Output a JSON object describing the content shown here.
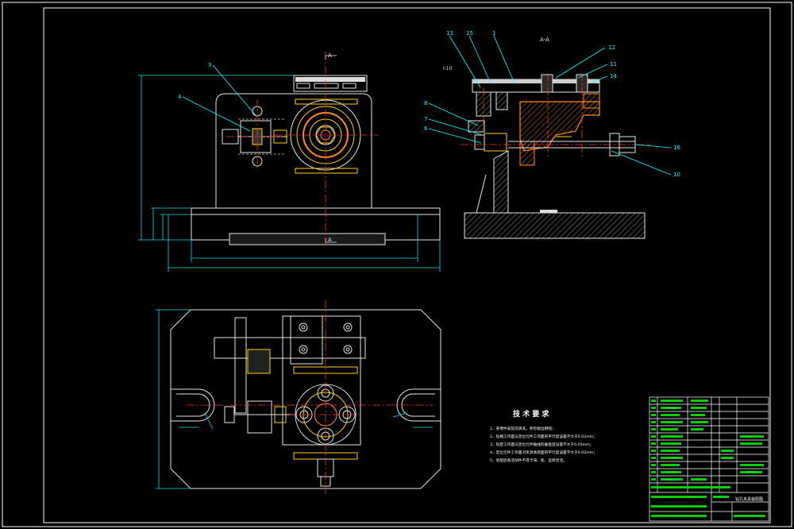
{
  "side_view": {
    "section_label": "A-A",
    "detail_label": "I:10",
    "callouts": [
      "13",
      "15",
      "1",
      "12",
      "11",
      "14",
      "8",
      "7",
      "6",
      "16",
      "10"
    ]
  },
  "front_view": {
    "callouts": [
      "3",
      "4"
    ],
    "section_marks": [
      "A",
      "A"
    ]
  },
  "technical_requirements": {
    "title": "技 术 要 求",
    "items": [
      "1、各零件安装前清洗，所有锐边倒钝；",
      "2、钻模工作面与定位元件工作面的平行度误差不大于0.02mm；",
      "3、钻套工作面与定位元件轴线的垂直度误差不大于0.05mm；",
      "4、定位元件工作面对夹具体底面的平行度误差不大于0.02mm；",
      "5、装配后各活动件不得卡滞、松、运转灵活。"
    ]
  },
  "title_block": {
    "drawing_name": "钻孔夹具装配图"
  },
  "colors": {
    "background": "#000000",
    "frame": "#ffffff",
    "outline": "#e6e6e6",
    "centerline": "#ff3030",
    "dimension": "#00e5e5",
    "leader": "#00ffff",
    "accent_orange": "#ff8a1f",
    "accent_yellow": "#ffd400",
    "hatch": "#cfcfcf",
    "table_green": "#00d000"
  }
}
